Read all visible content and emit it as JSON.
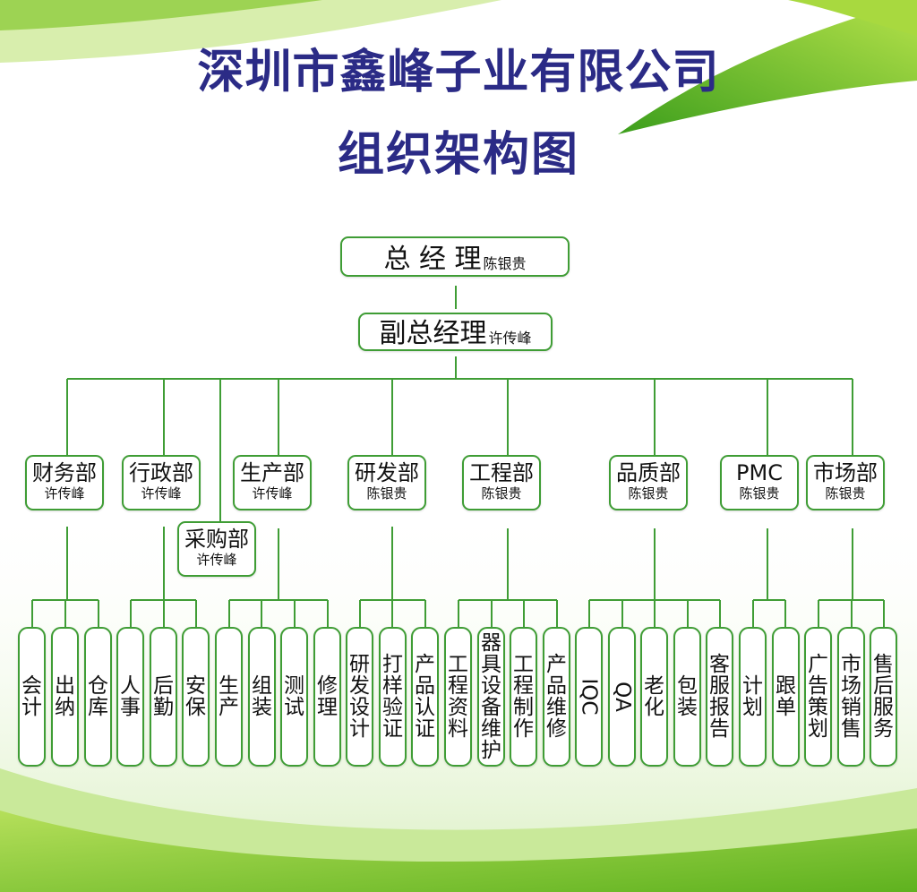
{
  "title": "深圳市鑫峰子业有限公司",
  "subtitle": "组织架构图",
  "colors": {
    "title": "#2b2b86",
    "line": "#3f9d35",
    "green": "#7cc41f"
  },
  "ceo": {
    "title": "总 经 理",
    "name": "陈银贵"
  },
  "vp": {
    "title": "副总经理",
    "name": "许传峰"
  },
  "departments": [
    {
      "name": "财务部",
      "head": "许传峰"
    },
    {
      "name": "行政部",
      "head": "许传峰"
    },
    {
      "name": "采购部",
      "head": "许传峰"
    },
    {
      "name": "生产部",
      "head": "许传峰"
    },
    {
      "name": "研发部",
      "head": "陈银贵"
    },
    {
      "name": "工程部",
      "head": "陈银贵"
    },
    {
      "name": "品质部",
      "head": "陈银贵"
    },
    {
      "name": "PMC",
      "head": "陈银贵"
    },
    {
      "name": "市场部",
      "head": "陈银贵"
    }
  ],
  "units": [
    "会计",
    "出纳",
    "仓库",
    "人事",
    "后勤",
    "安保",
    "生产",
    "组装",
    "测试",
    "修理",
    "研发设计",
    "打样验证",
    "产品认证",
    "工程资料",
    "器具设备维护",
    "工程制作",
    "产品维修",
    "IQC",
    "QA",
    "老化",
    "包装",
    "客服报告",
    "计划",
    "跟单",
    "广告策划",
    "市场销售",
    "售后服务"
  ]
}
